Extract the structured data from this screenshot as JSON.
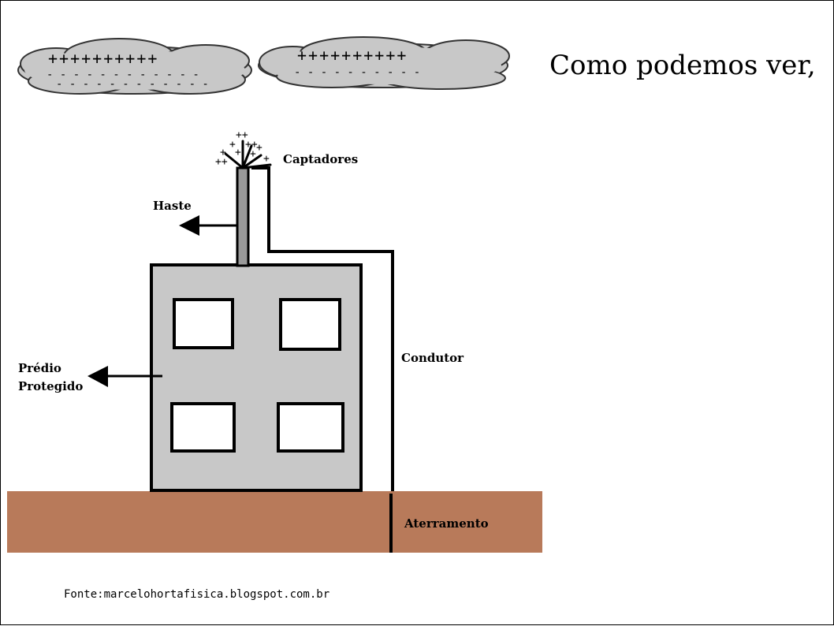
{
  "heading": "Como podemos ver,",
  "source": "Fonte:marcelohortafisica.blogspot.com.br",
  "labels": {
    "captadores": "Captadores",
    "haste": "Haste",
    "predio_line1": "Prédio",
    "predio_line2": "Protegido",
    "condutor": "Condutor",
    "aterramento": "Aterramento"
  },
  "clouds": [
    {
      "top_charges": "++++++++++",
      "bottom_charges": "- - - - - - - - - - - -"
    },
    {
      "top_charges": "++++++++++",
      "bottom_charges": "- - - - - - - - - -"
    }
  ],
  "colors": {
    "building": "#c8c8c8",
    "ground": "#b87a5a",
    "cloud": "#c8c8c8",
    "rod": "#9a9a9a"
  }
}
